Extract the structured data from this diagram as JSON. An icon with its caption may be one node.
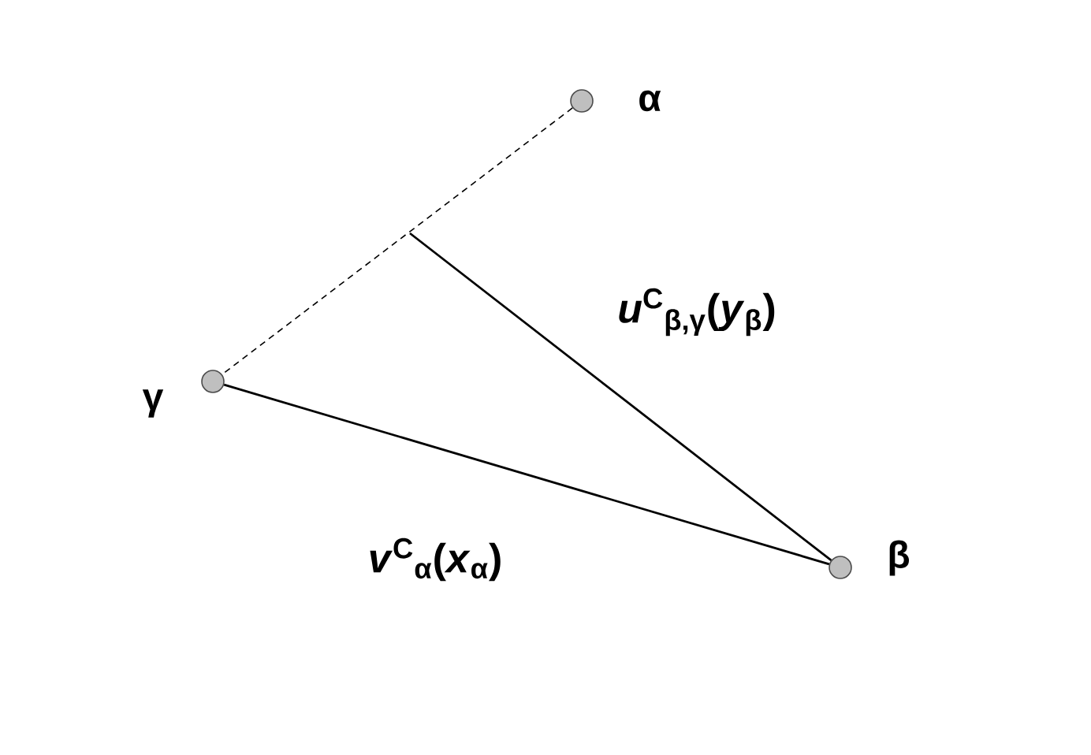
{
  "diagram": {
    "nodes": [
      {
        "text": [],
        "shape": "circle",
        "beside": [
          "α"
        ]
      },
      {
        "text": [],
        "shape": "circle",
        "beside": [
          "γ"
        ]
      },
      {
        "text": [],
        "shape": "circle",
        "beside": [
          "β"
        ]
      }
    ],
    "edges": [
      {
        "from": 0,
        "to": 1,
        "arrow": "none",
        "style": "dashed"
      },
      {
        "from": 1,
        "to": 2,
        "arrow": "none",
        "label": "*v*$^{C}$$_{α}$(*x*$_{α}$)"
      },
      {
        "from": 2,
        "to": null,
        "arrow": "none",
        "label": "*u*$^{C}$$_{β,γ}$(*y*$_{β}$)"
      }
    ]
  }
}
